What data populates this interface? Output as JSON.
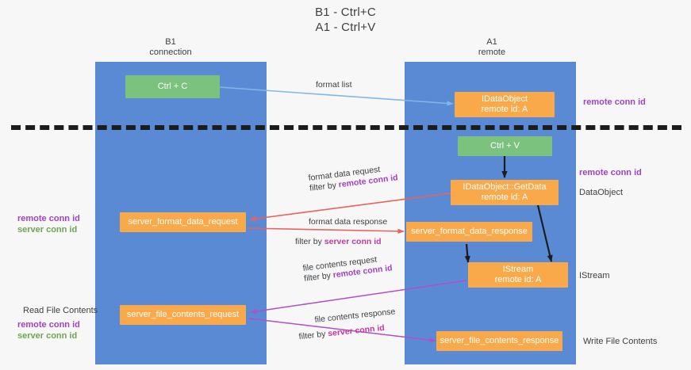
{
  "title": {
    "line1": "B1 - Ctrl+C",
    "line2": "A1 - Ctrl+V"
  },
  "columns": [
    {
      "name": "B1",
      "role": "connection"
    },
    {
      "name": "A1",
      "role": "remote"
    }
  ],
  "nodes": {
    "ctrl_c": "Ctrl + C",
    "ctrl_v": "Ctrl + V",
    "idataobject_title": "IDataObject",
    "idataobject_sub": "remote id: A",
    "getdata_title": "IDataObject::GetData",
    "getdata_sub": "remote id: A",
    "istream_title": "IStream",
    "istream_sub": "remote id: A",
    "server_format_data_request": "server_format_data_request",
    "server_format_data_response": "server_format_data_response",
    "server_file_contents_request": "server_file_contents_request",
    "server_file_contents_response": "server_file_contents_response"
  },
  "edge_labels": {
    "format_list": "format list",
    "format_data_request": "format data request",
    "format_data_request_filter_prefix": "filter by ",
    "format_data_request_filter_key": "remote conn id",
    "format_data_response": "format data response",
    "format_data_response_filter_prefix": "filter by ",
    "format_data_response_filter_key": "server conn id",
    "file_contents_request": "file contents request",
    "file_contents_request_filter_prefix": "filter by ",
    "file_contents_request_filter_key": "remote conn id",
    "file_contents_response": "file contents response",
    "file_contents_response_filter_prefix": "filter by ",
    "file_contents_response_filter_key": "server conn id"
  },
  "annotations": {
    "right_remote_conn_id_top": "remote conn id",
    "right_remote_conn_id_mid": "remote conn id",
    "right_dataobject": "DataObject",
    "right_istream": "IStream",
    "right_write_file_contents": "Write File Contents",
    "left_remote_conn_id_mid": "remote conn id",
    "left_server_conn_id_mid": "server conn id",
    "left_read_file_contents": "Read File Contents",
    "left_remote_conn_id_bottom": "remote conn id",
    "left_server_conn_id_bottom": "server conn id"
  },
  "colors": {
    "panel": "#5b8ad4",
    "green_node": "#7cc27f",
    "orange_node": "#f9a94a",
    "purple_text": "#a142c4",
    "magenta_text": "#c2399b",
    "green_text": "#6aa84f",
    "arrow_red": "#e8635a",
    "arrow_purple": "#b04fc8",
    "arrow_blue": "#7fb8e8",
    "arrow_dark": "#1c1c1c",
    "background": "#f7f7f7"
  }
}
